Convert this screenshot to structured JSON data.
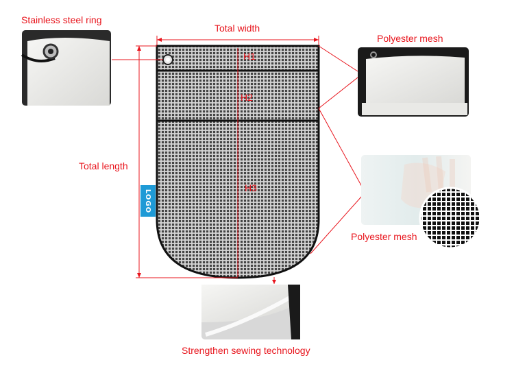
{
  "labels": {
    "ring": "Stainless steel ring",
    "total_width": "Total width",
    "mesh_top": "Polyester mesh",
    "total_length": "Total length",
    "mesh_bottom": "Polyester mesh",
    "sewing": "Strengthen sewing technology",
    "h1": "H1",
    "h2": "H2",
    "h3": "H3",
    "logo": "LOGO"
  },
  "colors": {
    "accent_red": "#e8141c",
    "logo_blue": "#1e9ad6",
    "bag_outline": "#111111",
    "mesh_fill": "#cfcfcf"
  }
}
